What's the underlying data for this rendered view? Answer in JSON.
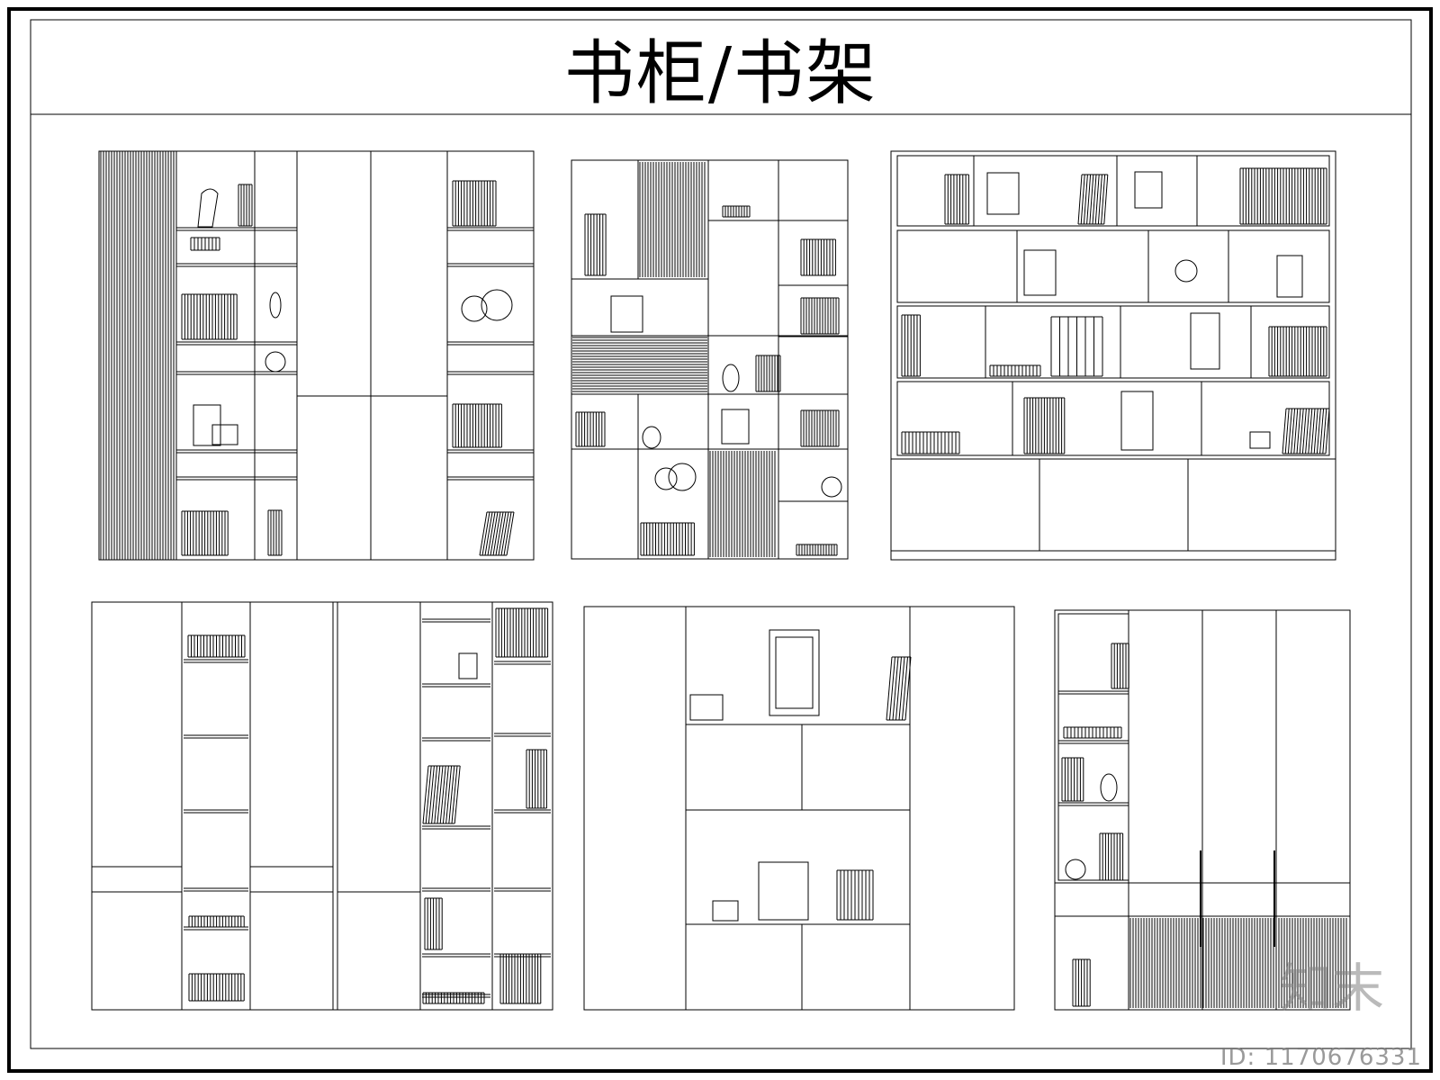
{
  "title": "书柜/书架",
  "watermark": {
    "logo": "知末",
    "id": "ID: 1170676331"
  },
  "colors": {
    "line": "#000000",
    "background": "#ffffff",
    "watermark": "#8a8a8a"
  },
  "elevations": [
    {
      "name": "bookcase-elevation-1"
    },
    {
      "name": "bookcase-elevation-2"
    },
    {
      "name": "bookcase-elevation-3"
    },
    {
      "name": "bookcase-elevation-4"
    },
    {
      "name": "bookcase-elevation-5"
    },
    {
      "name": "bookcase-elevation-6"
    }
  ]
}
